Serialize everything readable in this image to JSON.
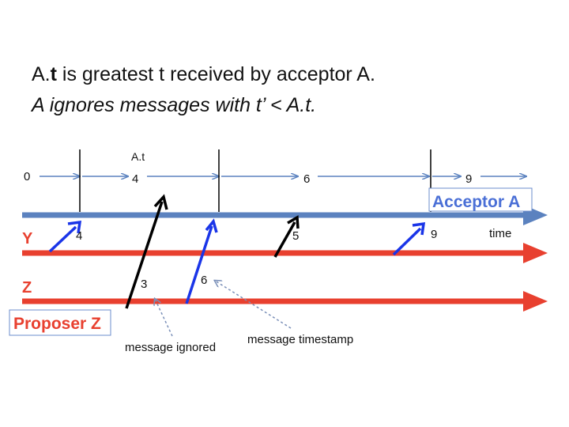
{
  "title": {
    "line1": {
      "pre": "A.",
      "bold": "t",
      "post": " is greatest t received by acceptor A."
    },
    "line2": "A ignores messages with t’ < A.t."
  },
  "labels": {
    "at": "A.t",
    "acceptor": "Acceptor A",
    "proposer": "Proposer Z",
    "y": "Y",
    "z": "Z",
    "time": "time",
    "ignored": "message ignored",
    "timestamp": "message timestamp"
  },
  "at_values": [
    "0",
    "4",
    "6",
    "9"
  ],
  "message_values": [
    "4",
    "3",
    "6",
    "5",
    "9"
  ],
  "colors": {
    "acceptor_line": "#5b82bf",
    "proposer_line": "#e8402f",
    "message_blue": "#1a35e8",
    "message_black": "#000000",
    "acceptor_text": "#4a6fd6",
    "proposer_text": "#e8402f",
    "annotation": "#7a8fb8"
  }
}
